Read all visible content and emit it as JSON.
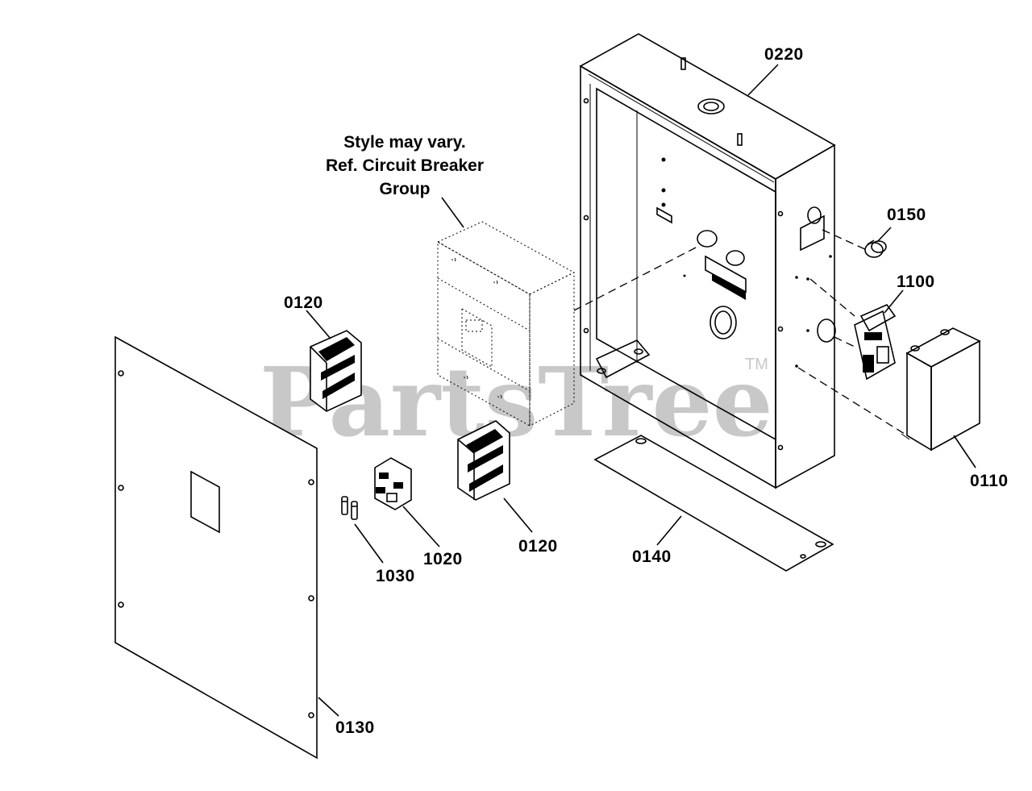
{
  "note": {
    "line1": "Style may vary.",
    "line2": "Ref. Circuit Breaker",
    "line3": "Group"
  },
  "watermark": {
    "text": "PartsTree",
    "trademark": "TM"
  },
  "parts": [
    {
      "number": "0220"
    },
    {
      "number": "0150"
    },
    {
      "number": "1100"
    },
    {
      "number": "0120"
    },
    {
      "number": "0120"
    },
    {
      "number": "0110"
    },
    {
      "number": "1020"
    },
    {
      "number": "1030"
    },
    {
      "number": "0140"
    },
    {
      "number": "0130"
    }
  ]
}
